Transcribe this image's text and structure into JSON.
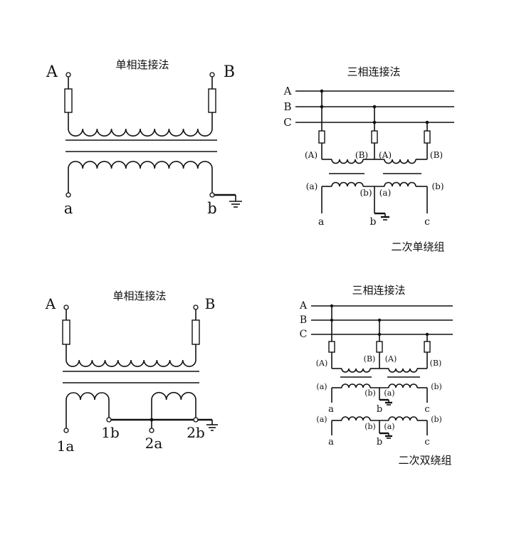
{
  "diagram1": {
    "title": "单相连接法",
    "label_A": "A",
    "label_B": "B",
    "label_a": "a",
    "label_b": "b"
  },
  "diagram2": {
    "title": "三相连接法",
    "line_A": "A",
    "line_B": "B",
    "line_C": "C",
    "pri_left_start": "(A)",
    "pri_left_end": "(B)",
    "pri_right_start": "(A)",
    "pri_right_end": "(B)",
    "sec_left_start": "(a)",
    "sec_left_end": "(b)",
    "sec_right_start": "(a)",
    "sec_right_end": "(b)",
    "out_a": "a",
    "out_b": "b",
    "out_c": "c",
    "caption": "二次单绕组"
  },
  "diagram3": {
    "title": "单相连接法",
    "label_A": "A",
    "label_B": "B",
    "label_1a": "1a",
    "label_1b": "1b",
    "label_2a": "2a",
    "label_2b": "2b"
  },
  "diagram4": {
    "title": "三相连接法",
    "line_A": "A",
    "line_B": "B",
    "line_C": "C",
    "pri_left_start": "(A)",
    "pri_left_end": "(B)",
    "pri_right_start": "(A)",
    "pri_right_end": "(B)",
    "sec1_left_start": "(a)",
    "sec1_left_end": "(b)",
    "sec1_right_start": "(a)",
    "sec1_right_end": "(b)",
    "sec1_out_a": "a",
    "sec1_out_b": "b",
    "sec1_out_c": "c",
    "sec2_left_start": "(a)",
    "sec2_left_end": "(b)",
    "sec2_right_start": "(a)",
    "sec2_right_end": "(b)",
    "sec2_out_a": "a",
    "sec2_out_b": "b",
    "sec2_out_c": "c",
    "caption": "二次双绕组"
  }
}
